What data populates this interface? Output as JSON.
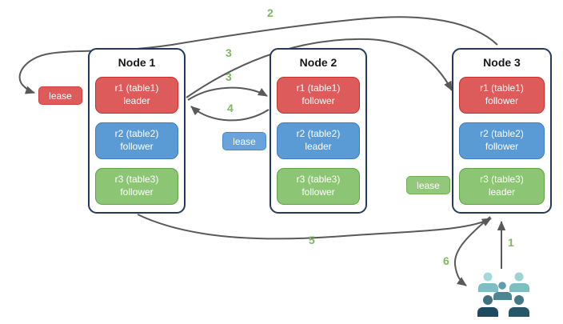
{
  "nodes": [
    {
      "title": "Node 1",
      "replicas": [
        {
          "label": "r1 (table1)",
          "role": "leader"
        },
        {
          "label": "r2 (table2)",
          "role": "follower"
        },
        {
          "label": "r3 (table3)",
          "role": "follower"
        }
      ]
    },
    {
      "title": "Node 2",
      "replicas": [
        {
          "label": "r1 (table1)",
          "role": "follower"
        },
        {
          "label": "r2 (table2)",
          "role": "leader"
        },
        {
          "label": "r3 (table3)",
          "role": "follower"
        }
      ]
    },
    {
      "title": "Node 3",
      "replicas": [
        {
          "label": "r1 (table1)",
          "role": "follower"
        },
        {
          "label": "r2 (table2)",
          "role": "follower"
        },
        {
          "label": "r3 (table3)",
          "role": "leader"
        }
      ]
    }
  ],
  "leases": [
    {
      "label": "lease",
      "color": "#dd5b5b"
    },
    {
      "label": "lease",
      "color": "#6aa3db"
    },
    {
      "label": "lease",
      "color": "#93c87b"
    }
  ],
  "arrow_labels": {
    "step1": "1",
    "step2": "2",
    "step3_to_node3": "3",
    "step3_to_node2": "3",
    "step4": "4",
    "step5": "5",
    "step6": "6"
  },
  "colors": {
    "red_fill": "#dd5b5b",
    "red_border": "#c9302c",
    "blue_fill": "#5b9bd5",
    "blue_border": "#3e7cc1",
    "green_fill": "#8cc573",
    "green_border": "#62a347",
    "node_border": "#243a5e",
    "arrow": "#595959",
    "step_label": "#7cba5d"
  },
  "users_icon": {
    "name": "clients-group",
    "people": [
      {
        "head": "#a5d8d8",
        "body": "#7fbec2"
      },
      {
        "head": "#9ed2d4",
        "body": "#7dbfc1"
      },
      {
        "head": "#5d9fab",
        "body": "#4d8593"
      },
      {
        "head": "#3f6f7f",
        "body": "#1d4a5f"
      },
      {
        "head": "#457887",
        "body": "#265767"
      }
    ]
  }
}
